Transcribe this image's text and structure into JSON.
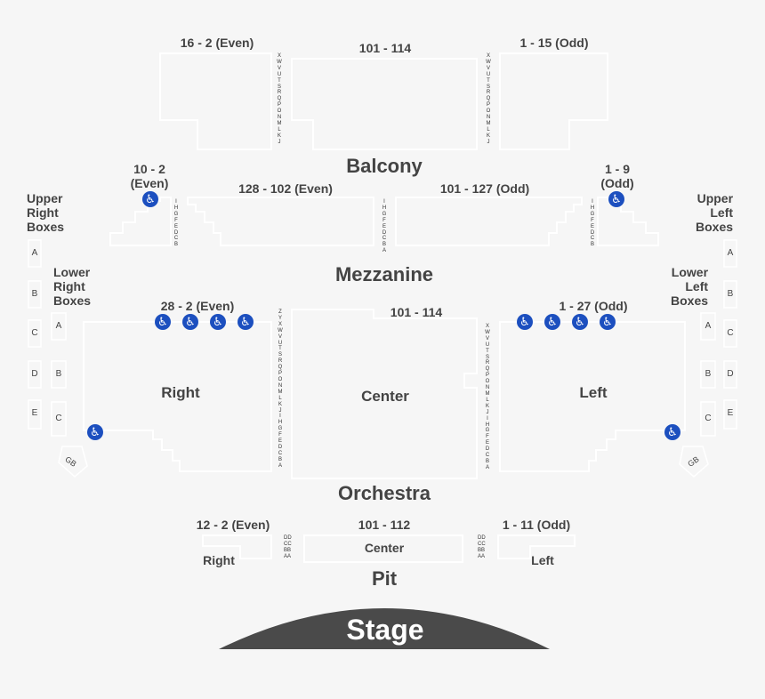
{
  "levels": {
    "balcony": "Balcony",
    "mezzanine": "Mezzanine",
    "orchestra": "Orchestra",
    "pit": "Pit",
    "stage": "Stage"
  },
  "balcony": {
    "left_range": "16 - 2 (Even)",
    "center_range": "101 - 114",
    "right_range": "1 - 15 (Odd)"
  },
  "mezzanine": {
    "far_left_range": "10 - 2\n(Even)",
    "left_range": "128 - 102 (Even)",
    "right_range": "101 - 127 (Odd)",
    "far_right_range": "1 - 9\n(Odd)"
  },
  "orchestra": {
    "left_range": "28 - 2 (Even)",
    "center_range": "101 - 114",
    "right_range": "1 - 27 (Odd)",
    "right_section": "Right",
    "center_section": "Center",
    "left_section": "Left"
  },
  "pit": {
    "left_range": "12 - 2 (Even)",
    "center_range": "101 - 112",
    "right_range": "1 - 11 (Odd)",
    "right_section": "Right",
    "center_section": "Center",
    "left_section": "Left"
  },
  "boxes": {
    "upper_right_label": "Upper\nRight\nBoxes",
    "lower_right_label": "Lower\nRight\nBoxes",
    "upper_left_label": "Upper\nLeft\nBoxes",
    "lower_left_label": "Lower\nLeft\nBoxes",
    "upper_letters": [
      "A",
      "B",
      "C",
      "D",
      "E"
    ],
    "lower_letters": [
      "A",
      "B",
      "C"
    ],
    "gb": "GB"
  },
  "row_letters": {
    "balcony": "X W V U T S R Q P O N M L K J",
    "mezzanine": "I H G F E D C B",
    "mezzanine_center": "I H G F E D C B A",
    "orchestra_left": "Z Y X W V U T S R Q P O N M L K J I H G F E D C B A",
    "orchestra_right": "X W V U T S R Q P O N M L K J I H G F E D C B A",
    "pit": "DD CC BB AA"
  },
  "colors": {
    "background": "#f6f6f6",
    "text": "#444444",
    "outline": "#ffffff",
    "stage": "#4a4a4a",
    "accessible": "#1c4fbf"
  },
  "icons": {
    "accessible": "wheelchair-icon"
  }
}
